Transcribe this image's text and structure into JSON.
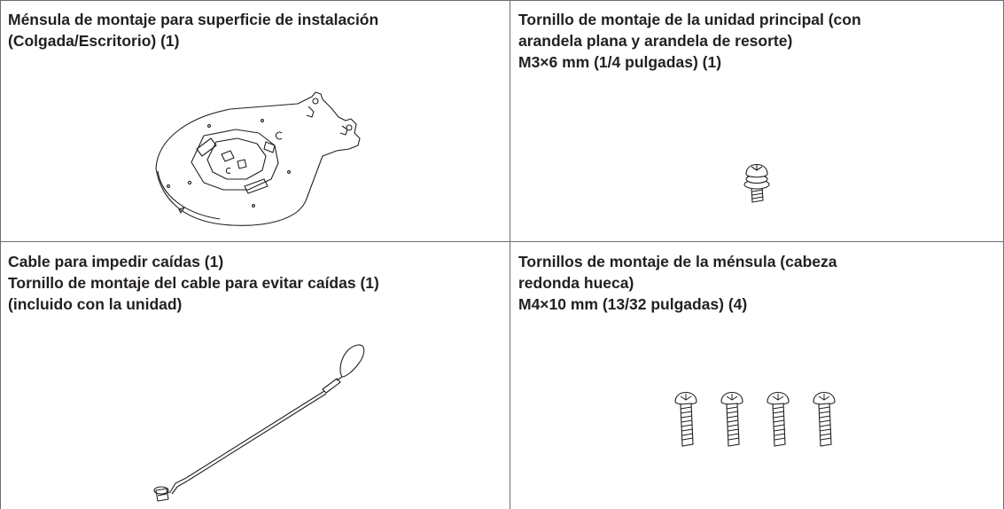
{
  "table": {
    "cells": [
      {
        "lines": [
          "Ménsula de montaje para superficie de instalación",
          "(Colgada/Escritorio) (1)"
        ]
      },
      {
        "lines": [
          "Tornillo de montaje de la unidad principal (con",
          "arandela plana y arandela de resorte)",
          "M3×6 mm (1/4 pulgadas) (1)"
        ]
      },
      {
        "lines": [
          "Cable para impedir caídas (1)",
          "Tornillo de montaje del cable para evitar caídas (1)",
          "(incluido con la unidad)"
        ]
      },
      {
        "lines": [
          "Tornillos de montaje de la ménsula (cabeza",
          "redonda hueca)",
          "M4×10 mm (13/32 pulgadas) (4)"
        ]
      }
    ]
  },
  "illustrations": {
    "bracket": "mounting-bracket-drawing",
    "screw_main": "screw-with-washers-drawing",
    "cable": "fall-prevention-cable-drawing",
    "bracket_screws": "bracket-screws-drawing"
  }
}
